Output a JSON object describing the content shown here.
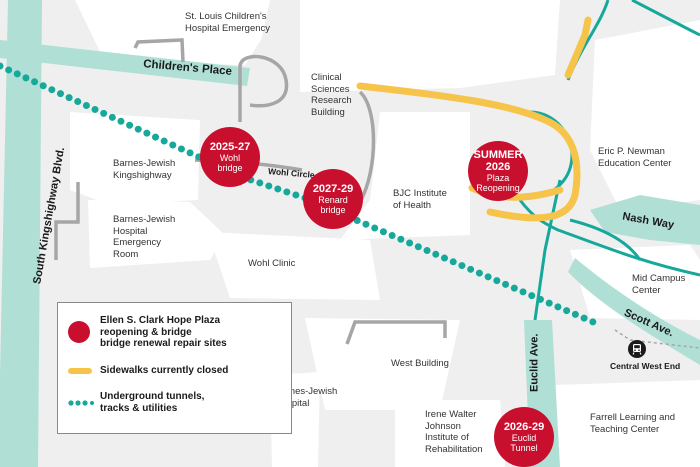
{
  "colors": {
    "background": "#efefef",
    "building": "#ffffff",
    "tunnel": "#16a89a",
    "closed_sidewalk": "#f7c44b",
    "repair_site": "#c8102e",
    "road": "#b0dfd6",
    "path_gray": "#a6a6a6"
  },
  "streets": {
    "kingshighway": "South Kingshighway Blvd.",
    "childrens_place": "Children's Place",
    "nash_way": "Nash Way",
    "scott_ave": "Scott Ave.",
    "euclid_ave": "Euclid Ave.",
    "wohl_circle": "Wohl Circle"
  },
  "buildings": {
    "st_louis_childrens_er": "St. Louis Children's\nHospital Emergency",
    "clinical_sciences": "Clinical\nSciences\nResearch\nBuilding",
    "eric_newman": "Eric P. Newman\nEducation Center",
    "barnes_kingshighway": "Barnes-Jewish\nKingshighway",
    "barnes_er": "Barnes-Jewish\nHospital\nEmergency\nRoom",
    "bjc_institute": "BJC Institute\nof Health",
    "wohl_clinic": "Wohl Clinic",
    "mid_campus": "Mid Campus\nCenter",
    "west_building": "West Building",
    "barnes_hospital": "Barnes-Jewish\nHospital",
    "irene_walter": "Irene Walter\nJohnson\nInstitute of\nRehabilitation",
    "farrell": "Farrell Learning and\nTeaching Center",
    "metro_station": "Central West End"
  },
  "markers": [
    {
      "id": "wohl",
      "years": "2025-27",
      "label": "Wohl\nbridge"
    },
    {
      "id": "renard",
      "years": "2027-29",
      "label": "Renard\nbridge"
    },
    {
      "id": "plaza",
      "years": "SUMMER\n2026",
      "label": "Plaza\nReopening"
    },
    {
      "id": "euclid",
      "years": "2026-29",
      "label": "Euclid\nTunnel"
    }
  ],
  "legend": {
    "repair": "Ellen S. Clark Hope Plaza\nreopening & bridge\nbridge renewal repair sites",
    "sidewalks": "Sidewalks currently closed",
    "tunnels": "Underground tunnels,\ntracks & utilities"
  },
  "icons": {
    "metro": "train-icon"
  }
}
